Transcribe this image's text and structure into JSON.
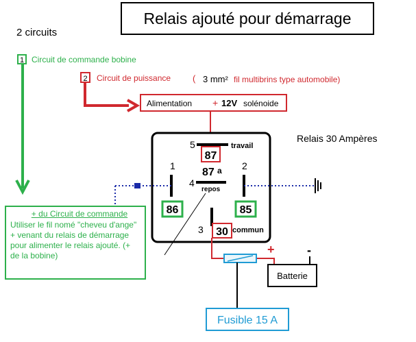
{
  "title": "Relais ajouté pour démarrage",
  "circuits_heading": "2 circuits",
  "circuit1": {
    "number": "1",
    "label": "Circuit de commande bobine"
  },
  "circuit2": {
    "number": "2",
    "label": "Circuit de puissance",
    "paren_open": "(",
    "spec_prefix": "3 mm²",
    "spec_suffix": "fil multibrins  type automobile)"
  },
  "alimentation": {
    "label": "Alimentation",
    "plus": "+",
    "voltage": "12V",
    "suffix": "solénoide"
  },
  "relay_title": "Relais 30 Ampères",
  "relay": {
    "pin5": "5",
    "pin87": "87",
    "travail": "travail",
    "pin1": "1",
    "pin2": "2",
    "pin87a_num": "87",
    "pin87a_suffix": "a",
    "pin4": "4",
    "repos": "repos",
    "pin86": "86",
    "pin85": "85",
    "pin3": "3",
    "pin30": "30",
    "commun": "commun"
  },
  "command_note": {
    "title": "+ du Circuit de commande",
    "body": "Utiliser le fil nomé \"cheveu d'ange\"  + venant du relais de démarrage pour alimenter le relais ajouté.  (+ de la bobine)"
  },
  "plus_sign": "+",
  "minus_sign": "-",
  "battery_label": "Batterie",
  "fuse_label": "Fusible 15 A",
  "colors": {
    "green": "#2db04b",
    "red": "#d0282e",
    "blue": "#1f9bd4",
    "black": "#111111",
    "navy": "#1a2aa8"
  }
}
